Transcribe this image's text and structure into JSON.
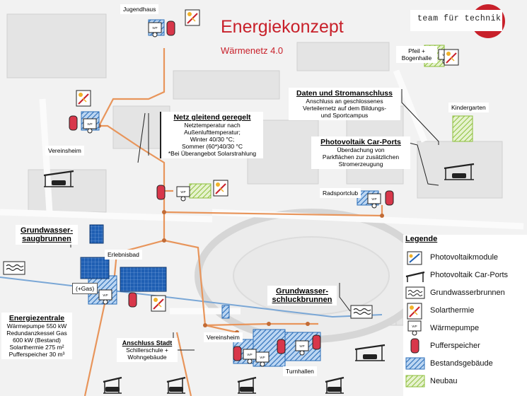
{
  "title": "Energiekonzept",
  "subtitle": "Wärmenetz 4.0",
  "brand": "team für technik",
  "labels": {
    "jugendhaus": "Jugendhaus",
    "vereinsheim_top": "Vereinsheim",
    "vereinsheim_bottom": "Vereinsheim",
    "pfeil_bogenhalle": "Pfeil + Bogenhalle",
    "kindergarten": "Kindergarten",
    "radsportclub": "Radsportclub",
    "erlebnisbad": "Erlebnisbad",
    "gas": "(+Gas)",
    "turnhallen": "Turnhallen"
  },
  "netz": {
    "heading": "Netz gleitend geregelt",
    "lines": [
      "Netztemperatur nach",
      "Außenlufttemperatur;",
      "Winter 40/30 °C;",
      "Sommer (60*)40/30 °C",
      "*Bei Überangebot Solarstrahlung"
    ]
  },
  "daten": {
    "heading": "Daten und Stromanschluss",
    "lines": [
      "Anschluss an geschlossenes",
      "Verteilernetz auf dem Bildungs-",
      "und Sportcampus"
    ]
  },
  "carports": {
    "heading": "Photovoltaik Car-Ports",
    "lines": [
      "Überdachung von",
      "Parkflächen zur zusätzlichen",
      "Stromerzeugung"
    ]
  },
  "saug": {
    "line1": "Grundwasser-",
    "line2": "saugbrunnen"
  },
  "schluck": {
    "line1": "Grundwasser-",
    "line2": "schluckbrunnen"
  },
  "zentrale": {
    "heading": "Energiezentrale",
    "lines": [
      "Wärmepumpe 550 kW",
      "Redundanzkessel Gas",
      "600 kW (Bestand)",
      "Solarthermie 275 m²",
      "Pufferspeicher 30 m³"
    ]
  },
  "stadt": {
    "heading": "Anschluss Stadt",
    "lines": [
      "Schillerschule +",
      "Wohngebäude"
    ]
  },
  "legend": {
    "title": "Legende",
    "items": [
      {
        "icon": "pv-module-icon",
        "label": "Photovoltaikmodule"
      },
      {
        "icon": "pv-carport-icon",
        "label": "Photovoltaik Car-Ports"
      },
      {
        "icon": "groundwater-well-icon",
        "label": "Grundwasserbrunnen"
      },
      {
        "icon": "solar-thermal-icon",
        "label": "Solarthermie"
      },
      {
        "icon": "heat-pump-icon",
        "label": "Wärmepumpe"
      },
      {
        "icon": "buffer-tank-icon",
        "label": "Pufferspeicher"
      },
      {
        "icon": "existing-building-icon",
        "label": "Bestandsgebäude"
      },
      {
        "icon": "new-building-icon",
        "label": "Neubau"
      }
    ]
  },
  "colors": {
    "accent": "#c8202a",
    "pipe": "#e8955b",
    "existing": "#2a6db8",
    "new": "#8cbf3a",
    "water": "#7aa7d6",
    "tank": "#c8202a"
  }
}
